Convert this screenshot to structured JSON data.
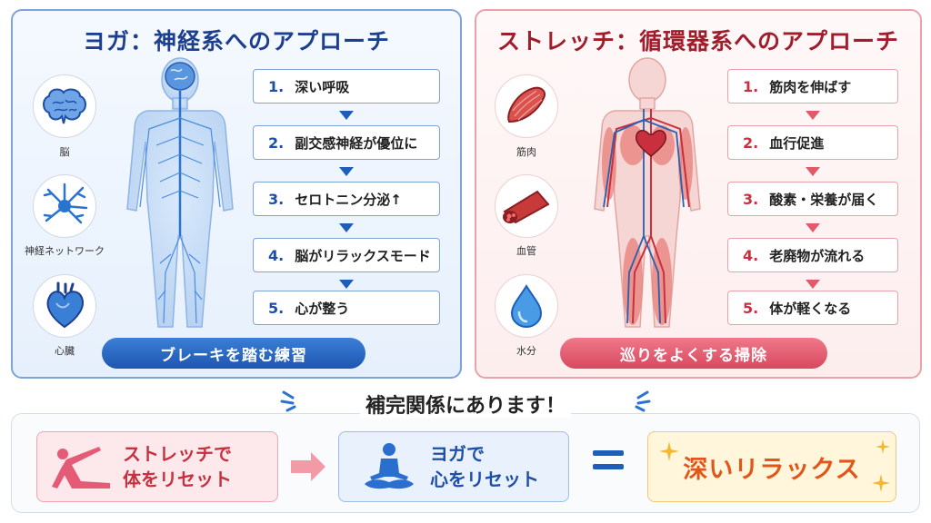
{
  "yoga": {
    "title": "ヨガ：神経系へのアプローチ",
    "icons": [
      {
        "label": "脳",
        "icon": "brain-icon"
      },
      {
        "label": "神経ネットワーク",
        "icon": "neuron-icon"
      },
      {
        "label": "心臓",
        "icon": "heart-icon"
      }
    ],
    "steps": [
      {
        "num": "1.",
        "text": "深い呼吸"
      },
      {
        "num": "2.",
        "text": "副交感神経が優位に"
      },
      {
        "num": "3.",
        "text": "セロトニン分泌↑"
      },
      {
        "num": "4.",
        "text": "脳がリラックスモード"
      },
      {
        "num": "5.",
        "text": "心が整う"
      }
    ],
    "pill": "ブレーキを踏む練習"
  },
  "stretch": {
    "title": "ストレッチ：循環器系へのアプローチ",
    "icons": [
      {
        "label": "筋肉",
        "icon": "muscle-icon"
      },
      {
        "label": "血管",
        "icon": "blood-vessel-icon"
      },
      {
        "label": "水分",
        "icon": "water-drop-icon"
      }
    ],
    "steps": [
      {
        "num": "1.",
        "text": "筋肉を伸ばす"
      },
      {
        "num": "2.",
        "text": "血行促進"
      },
      {
        "num": "3.",
        "text": "酸素・栄養が届く"
      },
      {
        "num": "4.",
        "text": "老廃物が流れる"
      },
      {
        "num": "5.",
        "text": "体が軽くなる"
      }
    ],
    "pill": "巡りをよくする掃除"
  },
  "summary": {
    "title": "補完関係にあります！",
    "stretch_line1": "ストレッチで",
    "stretch_line2": "体をリセット",
    "yoga_line1": "ヨガで",
    "yoga_line2": "心をリセット",
    "result": "深いリラックス"
  },
  "colors": {
    "yoga_accent": "#1d4fa8",
    "stretch_accent": "#c8303e",
    "result_accent": "#e2561a"
  }
}
